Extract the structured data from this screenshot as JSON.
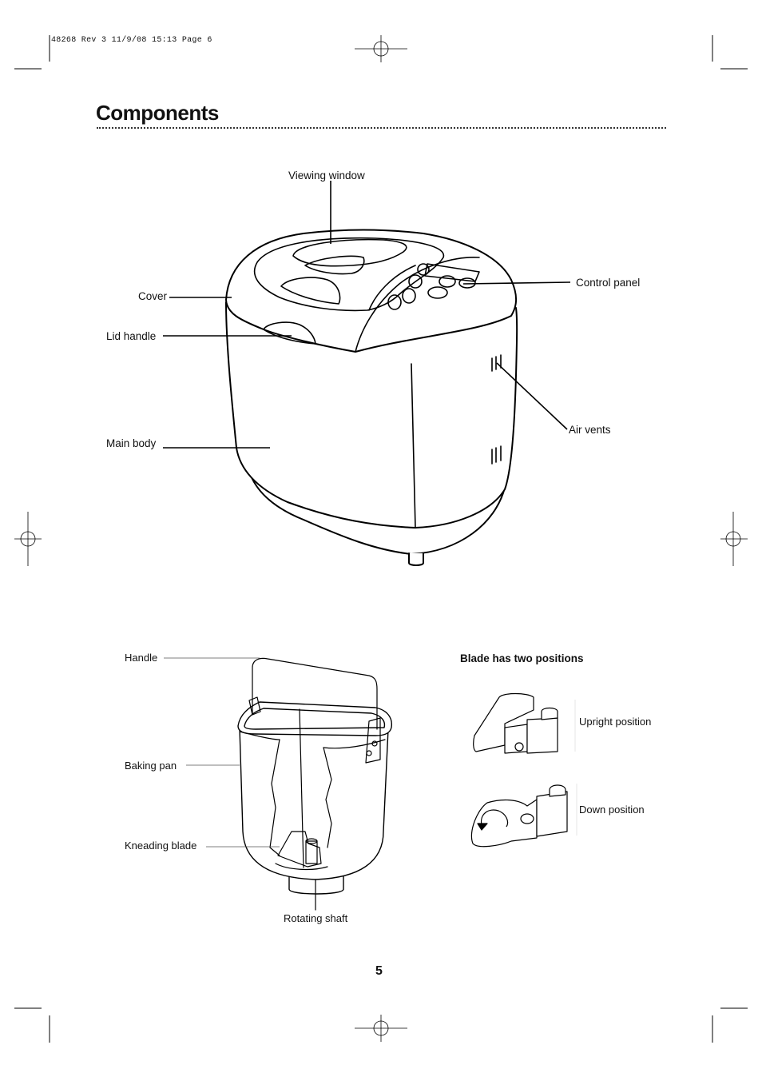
{
  "header": {
    "print_slug": "48268 Rev 3  11/9/08  15:13  Page 6"
  },
  "page": {
    "title": "Components",
    "page_number": "5"
  },
  "machine": {
    "labels": {
      "viewing_window": "Viewing window",
      "control_panel": "Control panel",
      "cover": "Cover",
      "lid_handle": "Lid handle",
      "air_vents": "Air vents",
      "main_body": "Main body"
    }
  },
  "pan": {
    "labels": {
      "handle": "Handle",
      "baking_pan": "Baking pan",
      "kneading_blade": "Kneading blade",
      "rotating_shaft": "Rotating shaft"
    }
  },
  "blade": {
    "heading": "Blade has two positions",
    "upright": "Upright position",
    "down": "Down position"
  }
}
